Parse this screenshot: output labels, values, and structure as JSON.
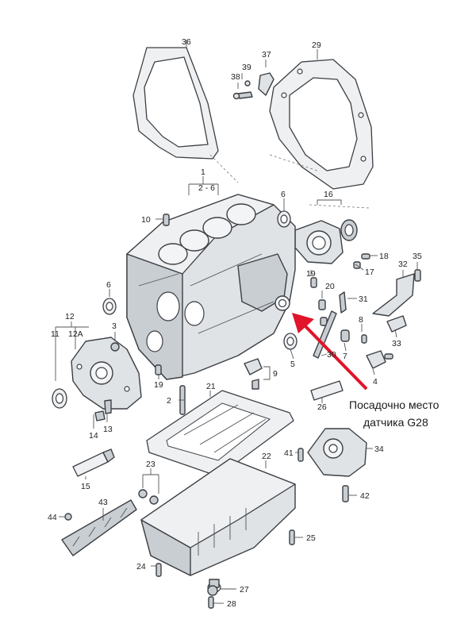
{
  "labels": {
    "l1": "1",
    "l2_6": "2 - 6",
    "l2": "2",
    "l3": "3",
    "l4": "4",
    "l5": "5",
    "l6a": "6",
    "l6b": "6",
    "l7": "7",
    "l8": "8",
    "l9": "9",
    "l10": "10",
    "l11": "11",
    "l12": "12",
    "l12a": "12A",
    "l13": "13",
    "l14": "14",
    "l15": "15",
    "l16": "16",
    "l17": "17",
    "l18": "18",
    "l19a": "19",
    "l19b": "19",
    "l20": "20",
    "l21": "21",
    "l22": "22",
    "l23": "23",
    "l24": "24",
    "l25": "25",
    "l26": "26",
    "l27": "27",
    "l28": "28",
    "l29": "29",
    "l30": "30",
    "l31": "31",
    "l32": "32",
    "l33": "33",
    "l34": "34",
    "l35": "35",
    "l36": "36",
    "l37": "37",
    "l38": "38",
    "l39": "39",
    "l41": "41",
    "l42": "42",
    "l43": "43",
    "l44": "44"
  },
  "caption": {
    "line1": "Посадочно место",
    "line2": "датчика G28"
  },
  "colors": {
    "arrow": "#e0142a",
    "part_fill": "#dfe3e6",
    "outline": "#3c3f44"
  }
}
